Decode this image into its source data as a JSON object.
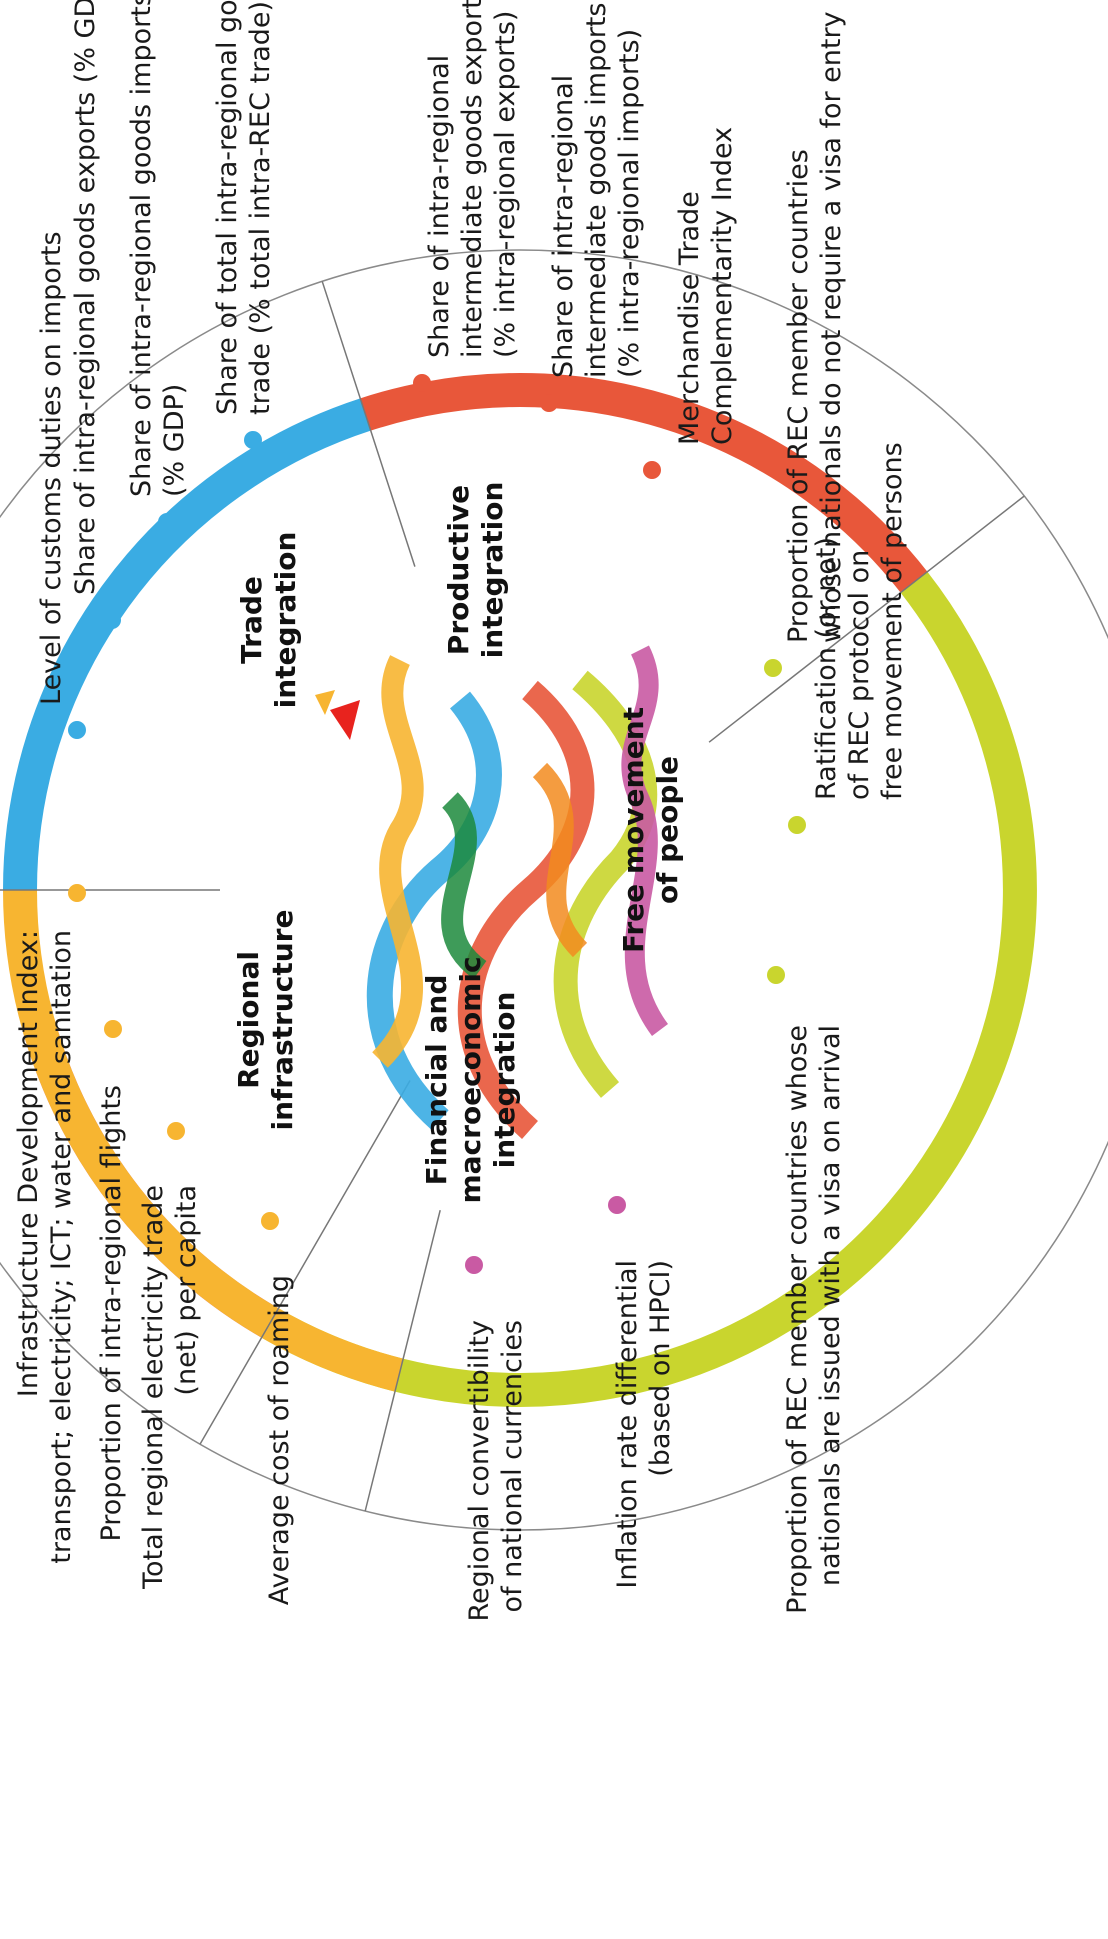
{
  "dimensions": [
    {
      "id": "trade",
      "lines": [
        "Trade",
        "integration"
      ],
      "color": "#3aace3"
    },
    {
      "id": "productive",
      "lines": [
        "Productive",
        "integration"
      ],
      "color": "#e8573a"
    },
    {
      "id": "people",
      "lines": [
        "Free movement",
        "of people"
      ],
      "color": "#c9d52e"
    },
    {
      "id": "financial",
      "lines": [
        "Financial and",
        "macroeconomic",
        "integration"
      ],
      "color": "#c95aa3"
    },
    {
      "id": "infrastructure",
      "lines": [
        "Regional",
        "infrastructure"
      ],
      "color": "#f7b531"
    }
  ],
  "indicators": {
    "trade": [
      [
        "Level of customs duties on imports"
      ],
      [
        "Share of intra-regional goods exports (% GDP)"
      ],
      [
        "Share of intra-regional goods imports",
        "(% GDP)"
      ],
      [
        "Share of total intra-regional goods",
        "trade (% total intra-REC trade)"
      ]
    ],
    "productive": [
      [
        "Share of intra-regional",
        "intermediate goods exports",
        "(% intra-regional exports)"
      ],
      [
        "Share of intra-regional",
        "intermediate goods imports",
        "(% intra-regional imports)"
      ],
      [
        "Merchandise Trade",
        "Complementarity Index"
      ]
    ],
    "people": [
      [
        "Proportion of REC member countries",
        "whose nationals do not require a visa for entry"
      ],
      [
        "Ratification (or not)",
        "of REC protocol on",
        "free movement of persons"
      ],
      [
        "Proportion of REC member countries whose",
        "nationals are issued with a visa on arrival"
      ]
    ],
    "financial": [
      [
        "Inflation rate differential",
        "(based on HPCI)"
      ],
      [
        "Regional convertibility",
        "of national currencies"
      ]
    ],
    "infrastructure": [
      [
        "Average cost of roaming"
      ],
      [
        "Total regional electricity trade",
        "(net) per capita"
      ],
      [
        "Proportion of intra-regional flights"
      ],
      [
        "Infrastructure Development Index:",
        "transport; electricity; ICT; water and sanitation"
      ]
    ]
  }
}
